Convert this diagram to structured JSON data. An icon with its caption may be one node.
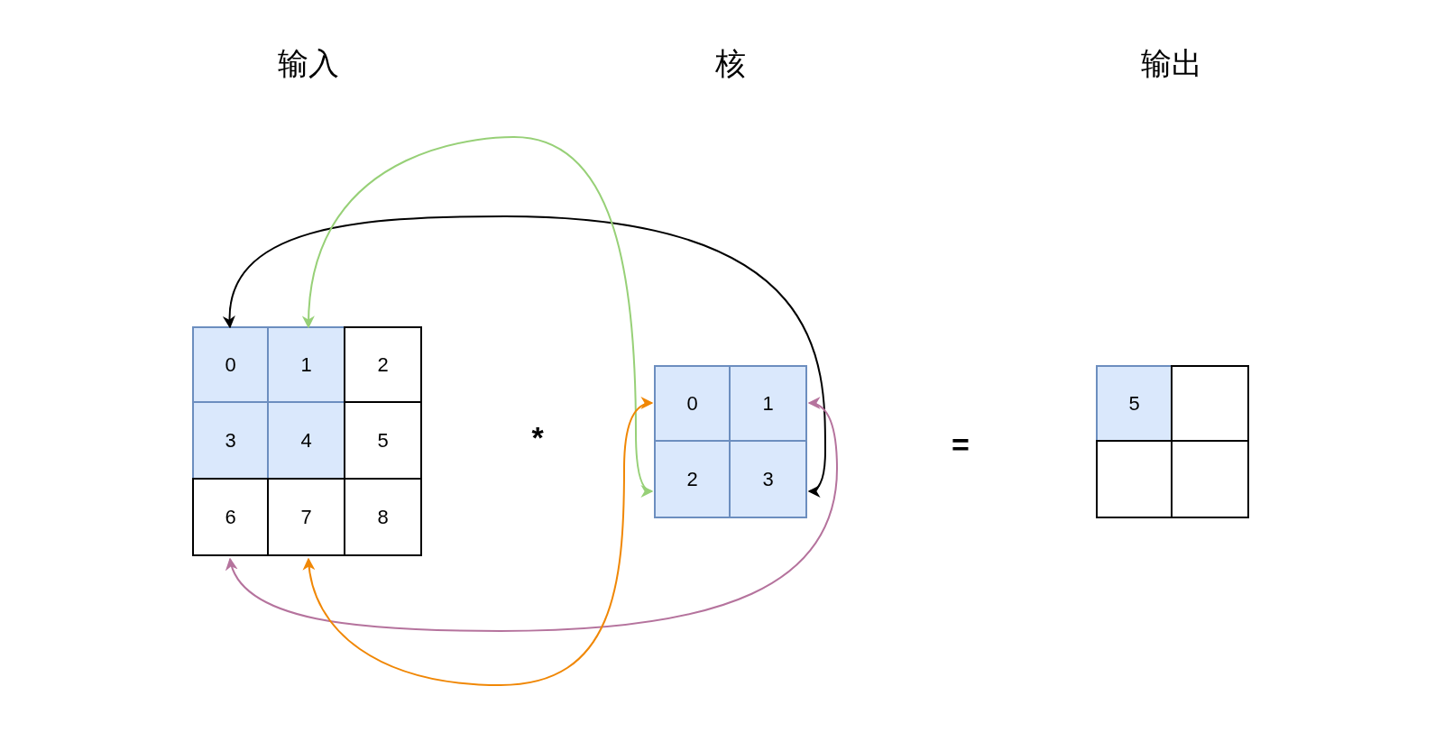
{
  "diagram": {
    "nodes": [
      {
        "text": [
          "输入"
        ]
      },
      {
        "text": [
          "0"
        ],
        "in": 0
      },
      {
        "text": [
          "1"
        ],
        "in": 0
      },
      {
        "text": [
          "2"
        ],
        "in": 0
      },
      {
        "text": [
          "3"
        ],
        "in": 0
      },
      {
        "text": [
          "4"
        ],
        "in": 0
      },
      {
        "text": [
          "5"
        ],
        "in": 0
      },
      {
        "text": [
          "6"
        ],
        "in": 0
      },
      {
        "text": [
          "7"
        ],
        "in": 0
      },
      {
        "text": [
          "8"
        ],
        "in": 0
      },
      {
        "text": [
          "核"
        ]
      },
      {
        "text": [
          "0"
        ],
        "in": 10
      },
      {
        "text": [
          "1"
        ],
        "in": 10
      },
      {
        "text": [
          "2"
        ],
        "in": 10
      },
      {
        "text": [
          "3"
        ],
        "in": 10
      },
      {
        "text": [
          "输出"
        ]
      },
      {
        "text": [
          "5"
        ],
        "in": 15
      },
      {
        "text": [],
        "shape": "box",
        "in": 15
      },
      {
        "text": [],
        "shape": "box",
        "in": 15
      },
      {
        "text": [],
        "shape": "box",
        "in": 15
      }
    ],
    "edges": [
      {
        "from": 14,
        "to": 1,
        "arrow": "both",
        "color": "#000000"
      },
      {
        "from": 2,
        "to": 13,
        "arrow": "both",
        "color": "#97d077"
      },
      {
        "from": 7,
        "to": 12,
        "arrow": "both",
        "color": "#b5739d"
      },
      {
        "from": 8,
        "to": 11,
        "arrow": "both",
        "color": "#f08705"
      }
    ],
    "labels": [
      "*",
      "="
    ]
  }
}
